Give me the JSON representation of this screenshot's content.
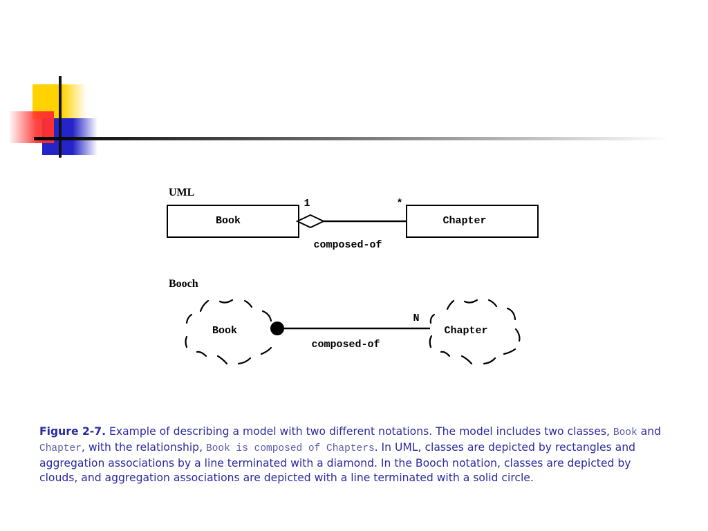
{
  "slide": {
    "colors": {
      "yellow": "#ffd200",
      "red": "#ff3030",
      "blue": "#2424c8",
      "caption": "#2a2aa0"
    }
  },
  "uml": {
    "heading": "UML",
    "class_left": "Book",
    "class_right": "Chapter",
    "mult_left": "1",
    "mult_right": "*",
    "relation": "composed-of"
  },
  "booch": {
    "heading": "Booch",
    "class_left": "Book",
    "class_right": "Chapter",
    "mult_right": "N",
    "relation": "composed-of"
  },
  "caption": {
    "figure_label": "Figure 2-7.",
    "text1": " Example of describing a model with two different notations. The model includes two classes, ",
    "code1": "Book",
    "text2": " and ",
    "code2": "Chapter",
    "text3": ", with the relationship, ",
    "code3": "Book is composed of Chapters",
    "text4": ". In UML, classes are depicted by rectangles and aggregation associations by a line terminated with a diamond. In the Booch notation, classes are depicted by clouds, and aggregation associations are depicted with a line terminated with a solid circle."
  }
}
